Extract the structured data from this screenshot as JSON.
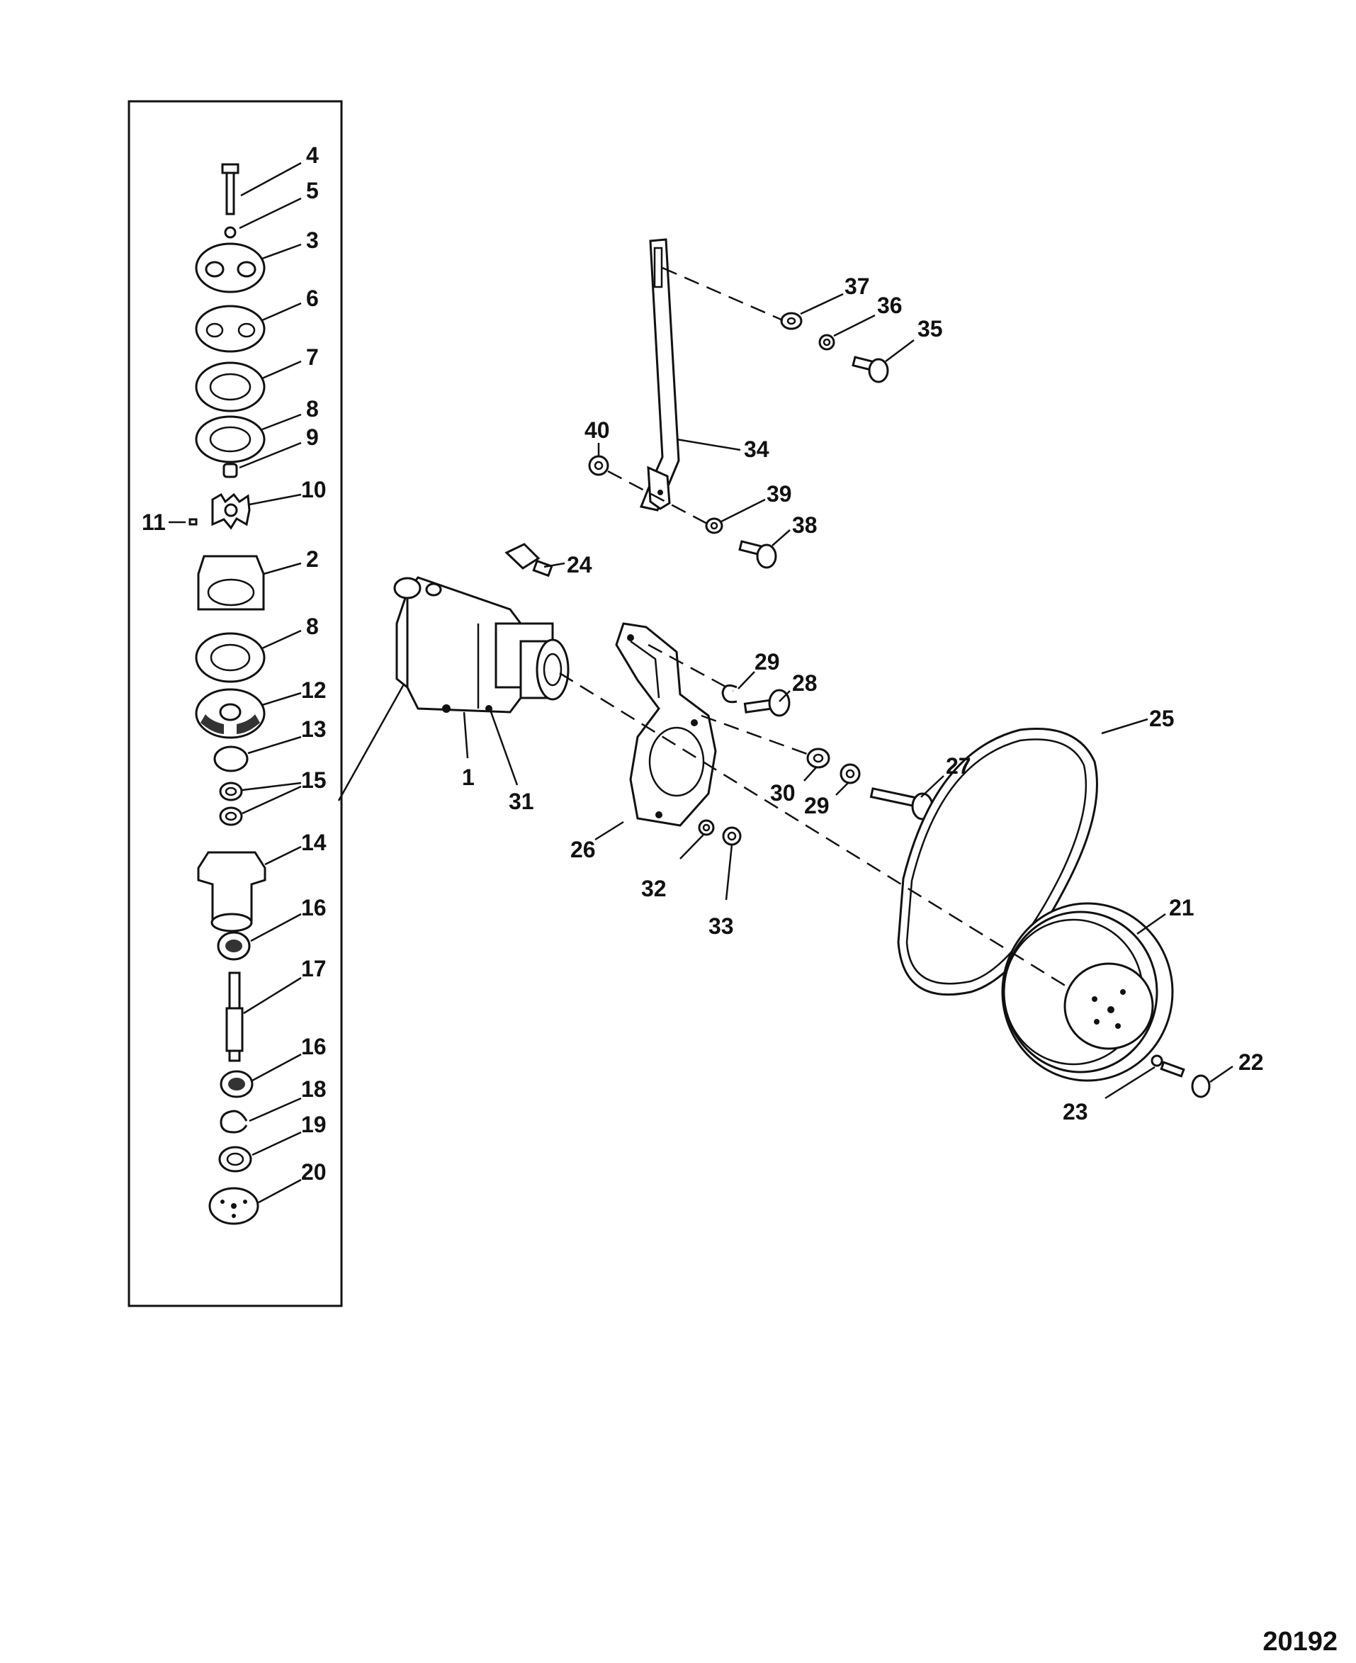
{
  "drawing_number": "20192",
  "callouts": [
    "1",
    "2",
    "3",
    "4",
    "5",
    "6",
    "7",
    "8",
    "9",
    "10",
    "11",
    "12",
    "13",
    "14",
    "15",
    "16",
    "17",
    "18",
    "19",
    "20",
    "21",
    "22",
    "23",
    "24",
    "25",
    "26",
    "27",
    "28",
    "29",
    "30",
    "31",
    "32",
    "33",
    "34",
    "35",
    "36",
    "37",
    "38",
    "39",
    "40"
  ],
  "labels": [
    {
      "text": "4"
    },
    {
      "text": "5"
    },
    {
      "text": "3"
    },
    {
      "text": "6"
    },
    {
      "text": "7"
    },
    {
      "text": "8"
    },
    {
      "text": "9"
    },
    {
      "text": "10"
    },
    {
      "text": "11"
    },
    {
      "text": "2"
    },
    {
      "text": "8"
    },
    {
      "text": "12"
    },
    {
      "text": "13"
    },
    {
      "text": "15"
    },
    {
      "text": "14"
    },
    {
      "text": "16"
    },
    {
      "text": "17"
    },
    {
      "text": "16"
    },
    {
      "text": "18"
    },
    {
      "text": "19"
    },
    {
      "text": "20"
    },
    {
      "text": "1"
    },
    {
      "text": "31"
    },
    {
      "text": "24"
    },
    {
      "text": "26"
    },
    {
      "text": "29"
    },
    {
      "text": "28"
    },
    {
      "text": "30"
    },
    {
      "text": "29"
    },
    {
      "text": "27"
    },
    {
      "text": "32"
    },
    {
      "text": "33"
    },
    {
      "text": "25"
    },
    {
      "text": "21"
    },
    {
      "text": "22"
    },
    {
      "text": "23"
    },
    {
      "text": "34"
    },
    {
      "text": "40"
    },
    {
      "text": "39"
    },
    {
      "text": "38"
    },
    {
      "text": "37"
    },
    {
      "text": "36"
    },
    {
      "text": "35"
    }
  ]
}
